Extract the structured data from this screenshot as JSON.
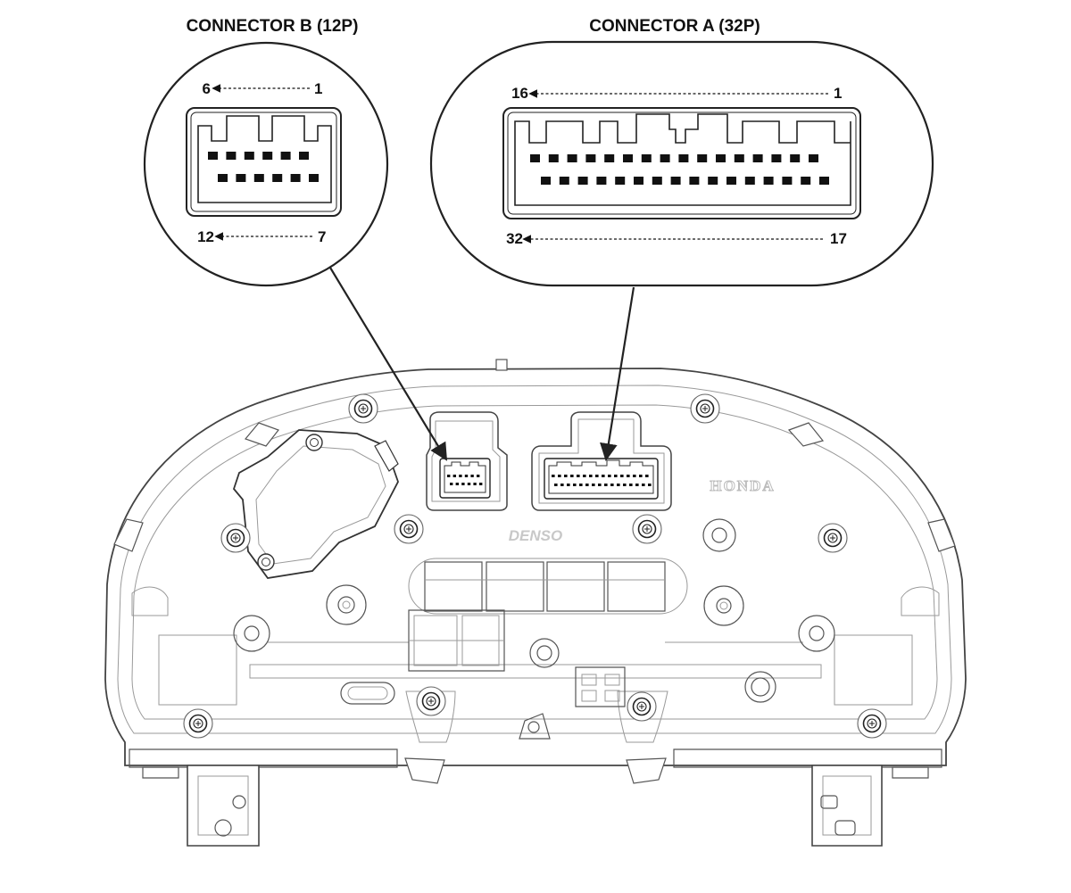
{
  "connector_b": {
    "title": "CONNECTOR B (12P)",
    "pin_top_left": "6",
    "pin_top_right": "1",
    "pin_bottom_left": "12",
    "pin_bottom_right": "7",
    "pin_count_row1": 6,
    "pin_count_row2": 6
  },
  "connector_a": {
    "title": "CONNECTOR A (32P)",
    "pin_top_left": "16",
    "pin_top_right": "1",
    "pin_bottom_left": "32",
    "pin_bottom_right": "17",
    "pin_count_row1": 16,
    "pin_count_row2": 16
  },
  "cluster": {
    "maker_label": "DENSO",
    "brand_label": "HONDA"
  },
  "colors": {
    "line": "#222222",
    "pin": "#111111",
    "detail": "#9a9a9a"
  }
}
